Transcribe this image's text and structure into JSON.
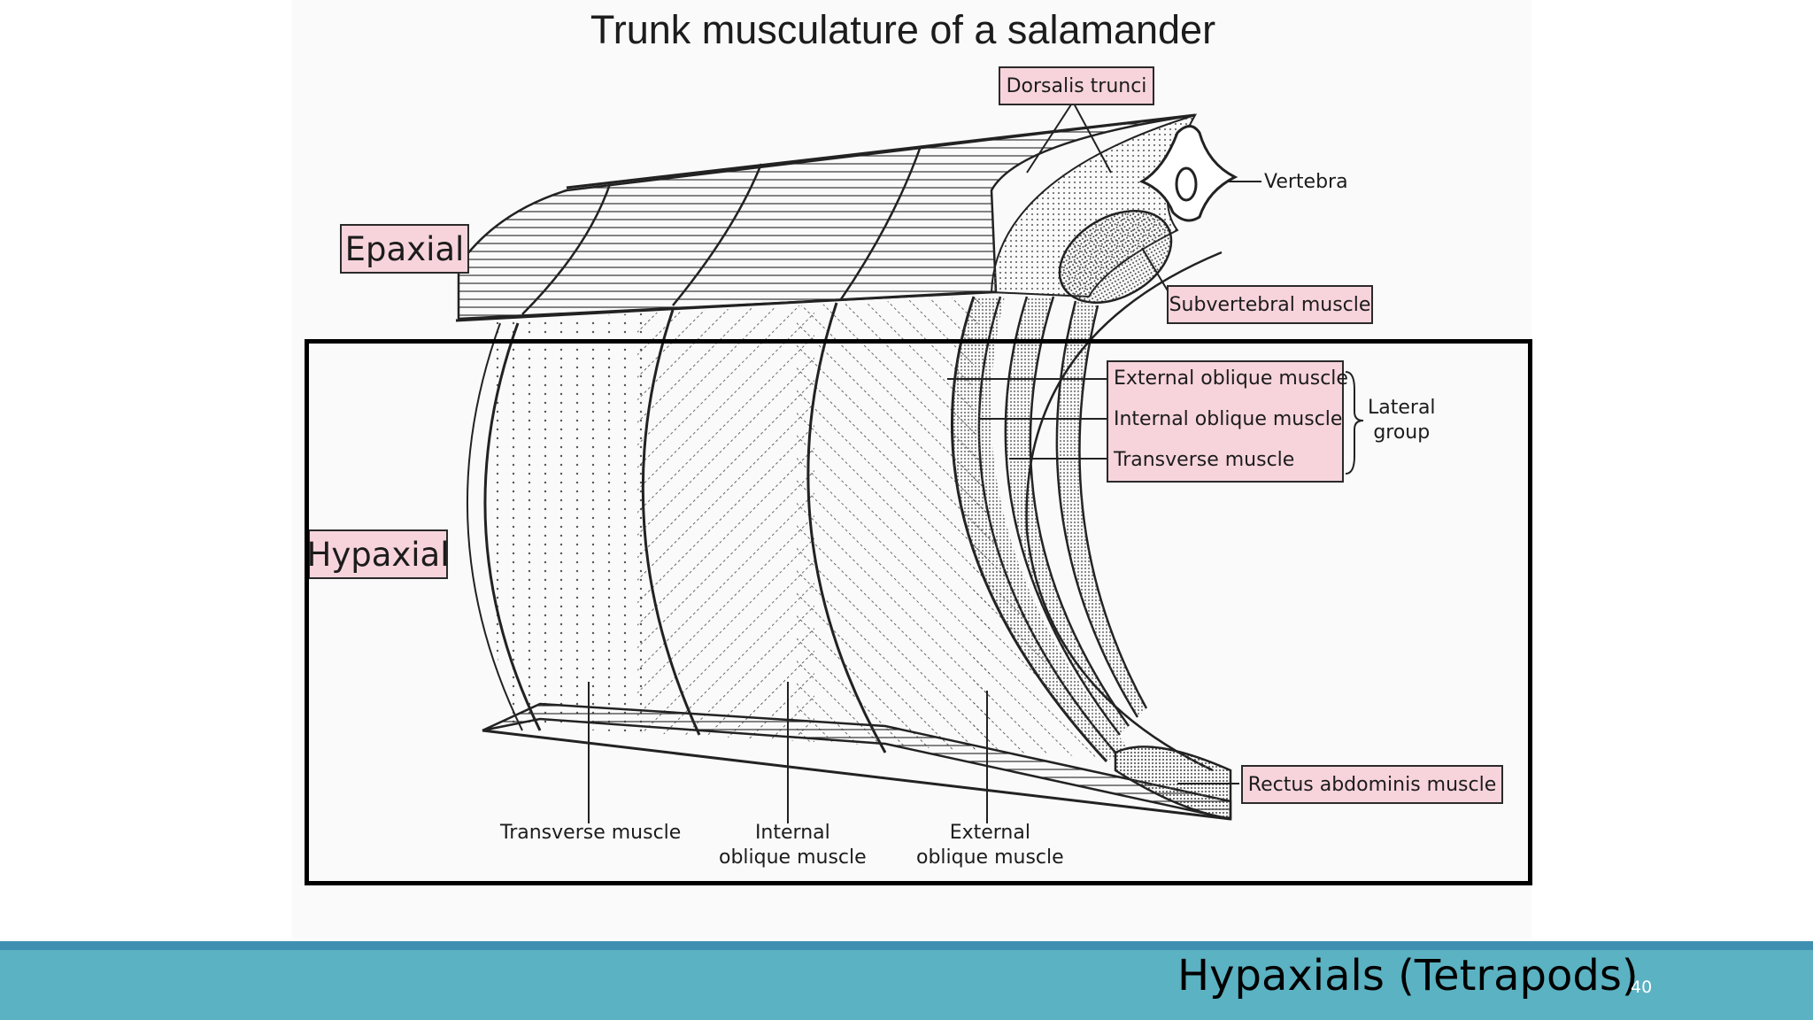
{
  "diagram": {
    "title": "Trunk musculature of a salamander",
    "region_labels": {
      "epaxial": "Epaxial",
      "hypaxial": "Hypaxial"
    },
    "labels": {
      "dorsalis_trunci": "Dorsalis trunci",
      "vertebra": "Vertebra",
      "subvertebral": "Subvertebral muscle",
      "rectus_abdominis": "Rectus abdominis muscle",
      "transverse_bottom": "Transverse muscle",
      "internal_oblique_bottom": [
        "Internal",
        "oblique muscle"
      ],
      "external_oblique_bottom": [
        "External",
        "oblique muscle"
      ]
    },
    "lateral_group": {
      "items": [
        "External oblique muscle",
        "Internal oblique muscle",
        "Transverse muscle"
      ],
      "caption": [
        "Lateral",
        "group"
      ]
    }
  },
  "footer": {
    "title": "Hypaxials (Tetrapods)",
    "page_number": "40"
  },
  "colors": {
    "label_fill": "#f7d4dc",
    "footer_bar": "#5bb2c2",
    "footer_strip": "#3f8fb3"
  }
}
